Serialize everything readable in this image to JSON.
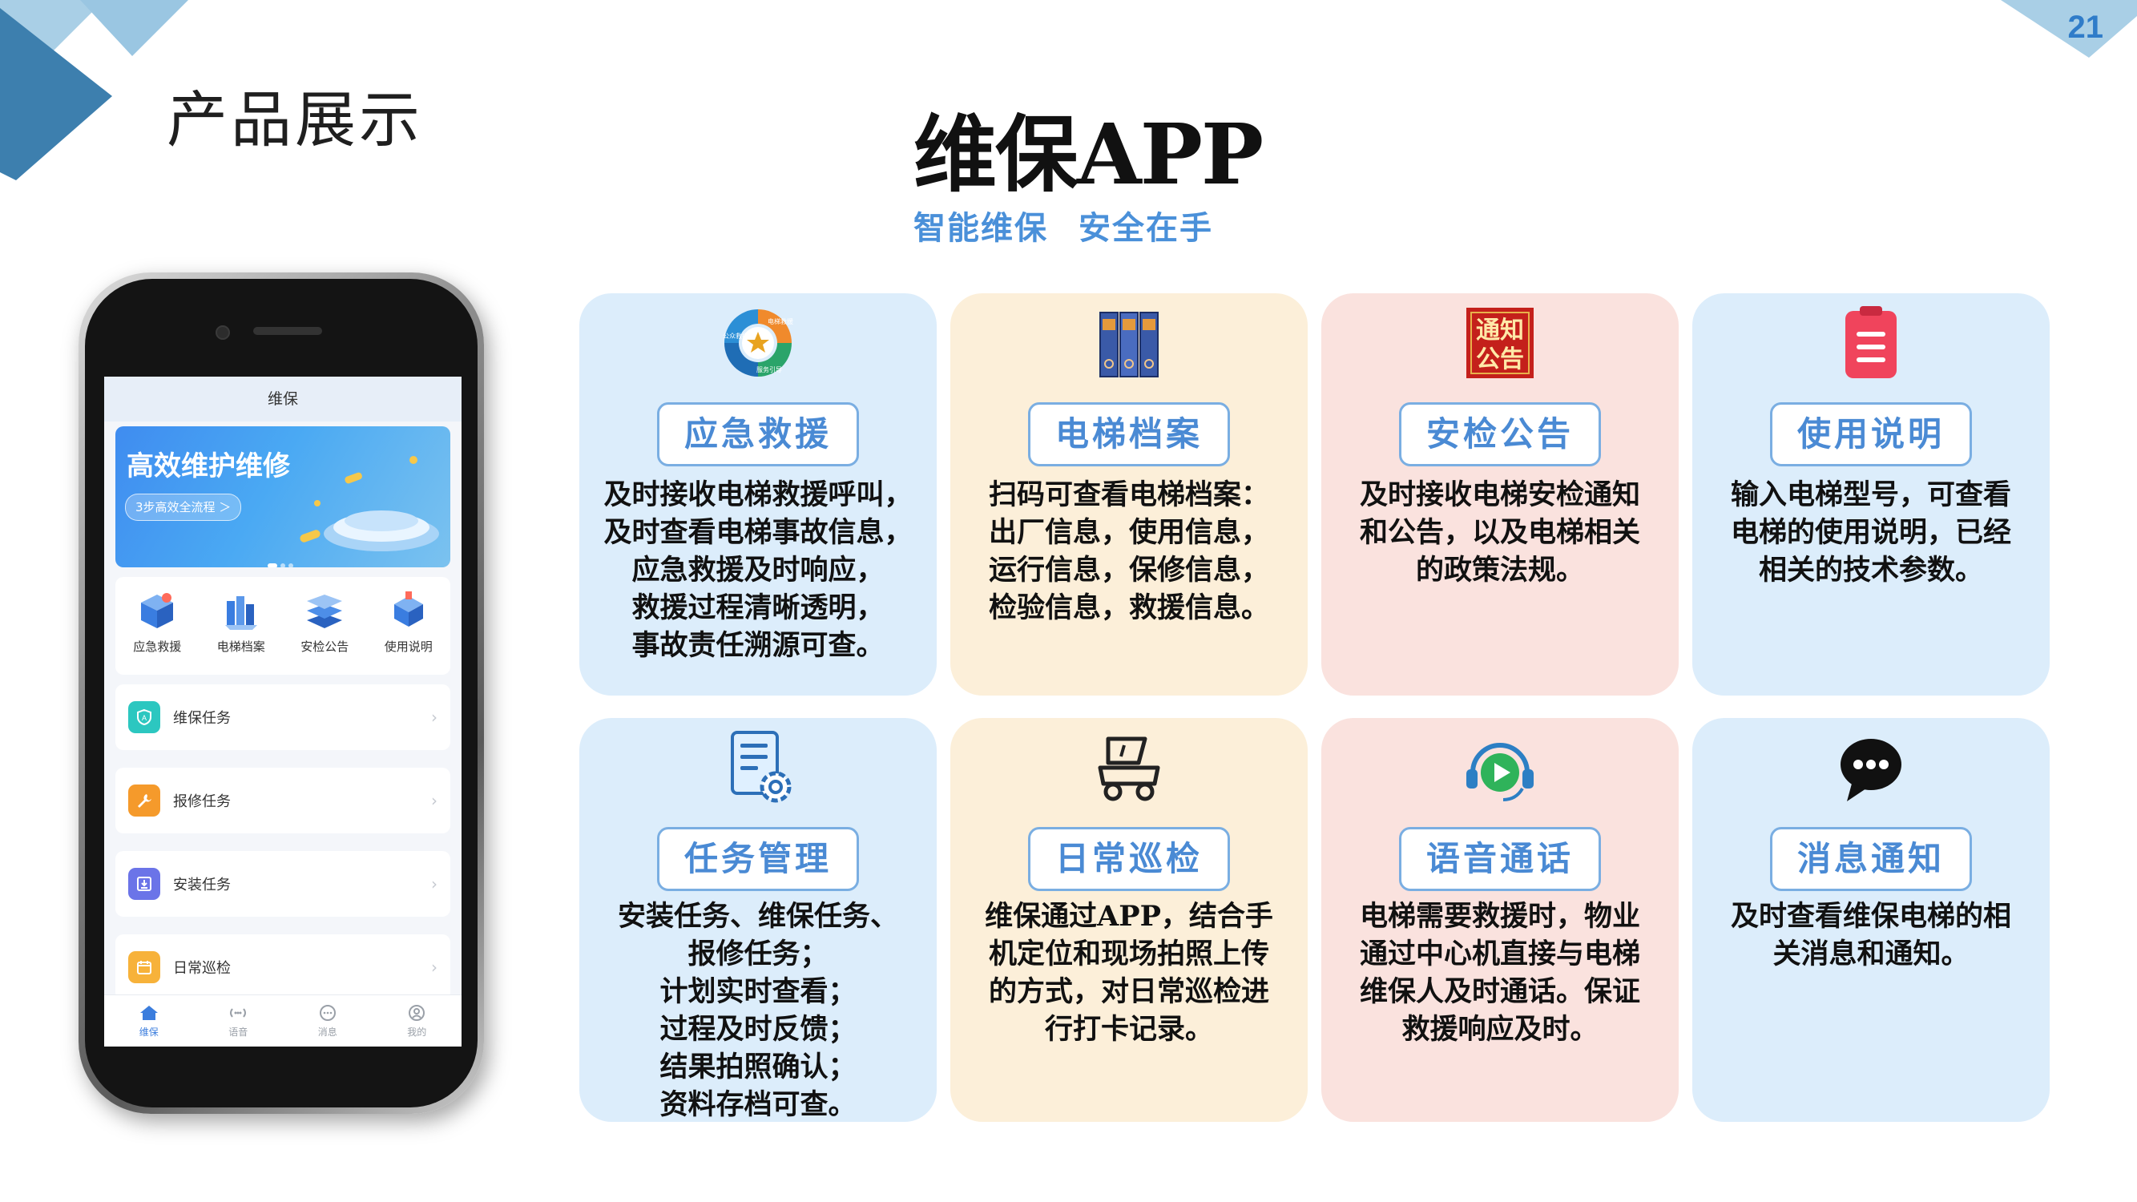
{
  "slide": {
    "page_number": "21",
    "section_title": "产品展示",
    "app_title": "维保APP",
    "slogan": [
      "智能维保",
      "安全在手"
    ]
  },
  "phone": {
    "header_title": "维保",
    "banner": {
      "title": "高效维护维修",
      "button_label": "3步高效全流程 ＞"
    },
    "quick_items": [
      {
        "label": "应急救援",
        "icon": "rescue-box-icon"
      },
      {
        "label": "电梯档案",
        "icon": "elevator-archive-icon"
      },
      {
        "label": "安检公告",
        "icon": "notice-stack-icon"
      },
      {
        "label": "使用说明",
        "icon": "manual-cube-icon"
      }
    ],
    "tasks": [
      {
        "label": "维保任务",
        "color": "#2cc7c0",
        "icon": "shield-a-icon"
      },
      {
        "label": "报修任务",
        "color": "#f59a2b",
        "icon": "wrench-icon"
      },
      {
        "label": "安装任务",
        "color": "#6b74e8",
        "icon": "download-box-icon"
      },
      {
        "label": "日常巡检",
        "color": "#f7b23a",
        "icon": "calendar-icon"
      }
    ],
    "tabs": [
      {
        "label": "维保",
        "icon": "home-icon",
        "active": true
      },
      {
        "label": "语音",
        "icon": "voice-icon",
        "active": false
      },
      {
        "label": "消息",
        "icon": "message-icon",
        "active": false
      },
      {
        "label": "我的",
        "icon": "profile-icon",
        "active": false
      }
    ]
  },
  "cards": [
    {
      "title": "应急救援",
      "icon": "rescue-cycle-icon",
      "icon_text": [
        "公众救援",
        "电梯救援",
        "服务引导"
      ],
      "theme": "blue",
      "lines": [
        "及时接收电梯救援呼叫，",
        "及时查看电梯事故信息，",
        "应急救援及时响应，",
        "救援过程清晰透明，",
        "事故责任溯源可查。"
      ]
    },
    {
      "title": "电梯档案",
      "icon": "binders-icon",
      "theme": "cream",
      "lines": [
        "扫码可查看电梯档案：",
        "出厂信息，使用信息，",
        "运行信息，保修信息，",
        "检验信息，救援信息。"
      ]
    },
    {
      "title": "安检公告",
      "icon": "notice-board-icon",
      "icon_text": [
        "通知",
        "公告"
      ],
      "theme": "pink",
      "lines": [
        "及时接收电梯安检通知",
        "和公告，以及电梯相关",
        "的政策法规。"
      ]
    },
    {
      "title": "使用说明",
      "icon": "clipboard-icon",
      "theme": "blue",
      "lines": [
        "输入电梯型号，可查看",
        "电梯的使用说明，已经",
        "相关的技术参数。"
      ]
    },
    {
      "title": "任务管理",
      "icon": "doc-gear-icon",
      "theme": "blue",
      "lines": [
        "安装任务、维保任务、",
        "报修任务；",
        "计划实时查看；",
        "过程及时反馈；",
        "结果拍照确认；",
        "资料存档可查。"
      ]
    },
    {
      "title": "日常巡检",
      "icon": "cart-icon",
      "theme": "cream",
      "lines": [
        "维保通过APP，结合手",
        "机定位和现场拍照上传",
        "的方式，对日常巡检进",
        "行打卡记录。"
      ]
    },
    {
      "title": "语音通话",
      "icon": "headset-play-icon",
      "theme": "pink",
      "lines": [
        "电梯需要救援时，物业",
        "通过中心机直接与电梯",
        "维保人及时通话。保证",
        "救援响应及时。"
      ]
    },
    {
      "title": "消息通知",
      "icon": "chat-bubble-icon",
      "theme": "blue",
      "lines": [
        "及时查看维保电梯的相",
        "关消息和通知。"
      ]
    }
  ]
}
